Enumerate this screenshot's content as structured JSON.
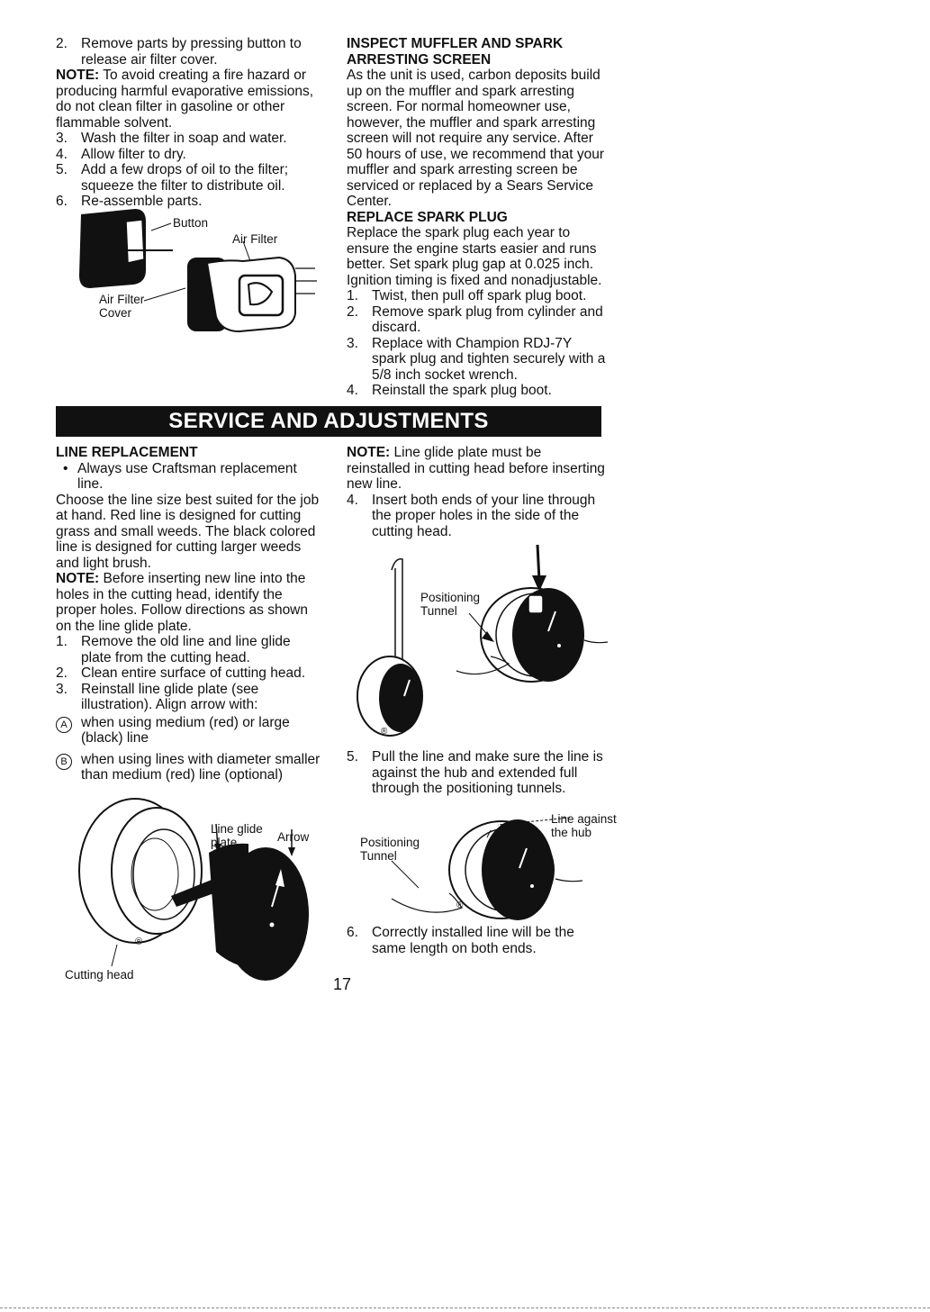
{
  "left_top": {
    "steps": [
      {
        "num": "2.",
        "text": "Remove parts by pressing button to release air filter cover."
      },
      {
        "num": "3.",
        "text": "Wash the filter in soap and water."
      },
      {
        "num": "4.",
        "text": "Allow filter to dry."
      },
      {
        "num": "5.",
        "text": "Add a few drops of oil to the filter; squeeze the filter to distribute oil."
      },
      {
        "num": "6.",
        "text": "Re-assemble parts."
      }
    ],
    "note_label": "NOTE:",
    "note_text": "To avoid creating a fire hazard or producing harmful evaporative emissions, do not clean filter in gasoline or other flammable solvent.",
    "figure_labels": {
      "button": "Button",
      "air_filter": "Air Filter",
      "cover_line1": "Air Filter",
      "cover_line2": "Cover"
    }
  },
  "right_top": {
    "muffler_heading_1": "INSPECT MUFFLER AND SPARK",
    "muffler_heading_2": "ARRESTING SCREEN",
    "muffler_text": "As the unit is used, carbon deposits build up on the muffler and spark arresting screen. For normal homeowner use, however, the muffler and spark arresting screen will not require any service. After 50 hours of use, we recommend that your muffler and spark arresting screen be serviced or replaced by a Sears Service Center.",
    "plug_heading": "REPLACE SPARK PLUG",
    "plug_text": "Replace the spark plug each year to ensure the engine starts easier and runs better. Set spark plug gap at 0.025 inch. Ignition timing is fixed and nonadjustable.",
    "plug_steps": [
      {
        "num": "1.",
        "text": "Twist, then pull off spark plug boot."
      },
      {
        "num": "2.",
        "text": "Remove spark plug from cylinder and discard."
      },
      {
        "num": "3.",
        "text": "Replace with Champion RDJ-7Y spark plug and tighten securely with a 5/8 inch socket wrench."
      },
      {
        "num": "4.",
        "text": "Reinstall the spark plug boot."
      }
    ]
  },
  "banner": "SERVICE AND ADJUSTMENTS",
  "left_bottom": {
    "heading": "LINE REPLACEMENT",
    "bullet": "Always use Craftsman replacement line.",
    "para": "Choose the line size best suited for the job at hand. Red line is designed for cutting grass and small weeds. The black colored line is designed for cutting larger weeds and light brush.",
    "note_label": "NOTE:",
    "note_text": "Before inserting new line into the holes in the cutting head, identify the proper holes. Follow directions as shown on the line glide plate.",
    "steps": [
      {
        "num": "1.",
        "text": "Remove the old line and line glide plate from the cutting head."
      },
      {
        "num": "2.",
        "text": "Clean entire surface of cutting head."
      },
      {
        "num": "3.",
        "text": "Reinstall line glide plate (see illustration). Align arrow with:"
      }
    ],
    "option_a_mark": "A",
    "option_a": "when using medium (red) or large (black) line",
    "option_b_mark": "B",
    "option_b": "when using lines with diameter smaller than medium (red) line (optional)",
    "figure_labels": {
      "glide_line1": "Line glide",
      "glide_line2": "plate",
      "arrow": "Arrow",
      "cutting_head": "Cutting head"
    }
  },
  "right_bottom": {
    "note_label": "NOTE:",
    "note_text": "Line glide plate must be reinstalled in cutting head before inserting new line.",
    "step4_num": "4.",
    "step4": "Insert both ends of your line through the proper holes in the side of the cutting head.",
    "fig1_labels": {
      "line1": "Positioning",
      "line2": "Tunnel"
    },
    "step5_num": "5.",
    "step5": "Pull the line and make sure the line is against the hub and extended full through the positioning tunnels.",
    "fig2_labels": {
      "pos1": "Positioning",
      "pos2": "Tunnel",
      "against1": "Line against",
      "against2": "the hub"
    },
    "step6_num": "6.",
    "step6": "Correctly installed line will be the same length on both ends."
  },
  "page_number": "17"
}
